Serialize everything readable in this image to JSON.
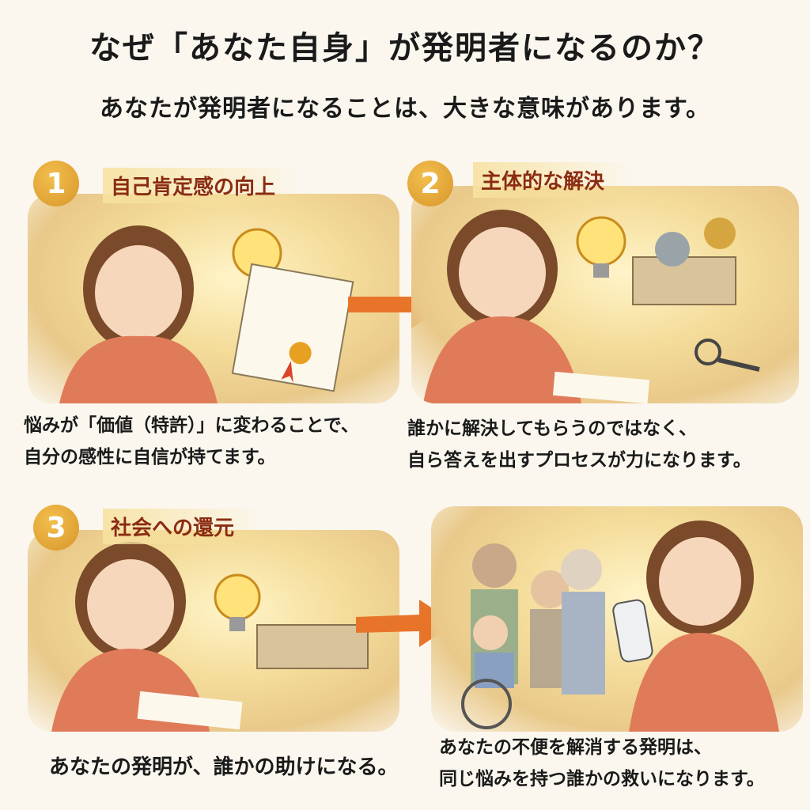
{
  "title": "なぜ「あなた自身」が発明者になるのか？",
  "subtitle": "あなたが発明者になることは、大きな意味があります。",
  "panels": [
    {
      "number": "1",
      "label": "自己肯定感の向上",
      "caption": [
        "悩みが「価値（特許）」に変わることで、",
        "自分の感性に自信が持てます。"
      ]
    },
    {
      "number": "2",
      "label": "主体的な解決",
      "caption": [
        "誰かに解決してもらうのではなく、",
        "自ら答えを出すプロセスが力になります。"
      ]
    },
    {
      "number": "3",
      "label": "社会への還元",
      "caption": [
        "あなたの発明が、誰かの助けになる。"
      ]
    },
    {
      "number": "",
      "label": "",
      "caption": [
        "あなたの不便を解消する発明は、",
        "同じ悩みを持つ誰かの救いになります。"
      ]
    }
  ],
  "colors": {
    "badge": "#e0a030",
    "label_text": "#8a2c12",
    "arrow": "#e8742a",
    "background": "#fbf7ef"
  }
}
